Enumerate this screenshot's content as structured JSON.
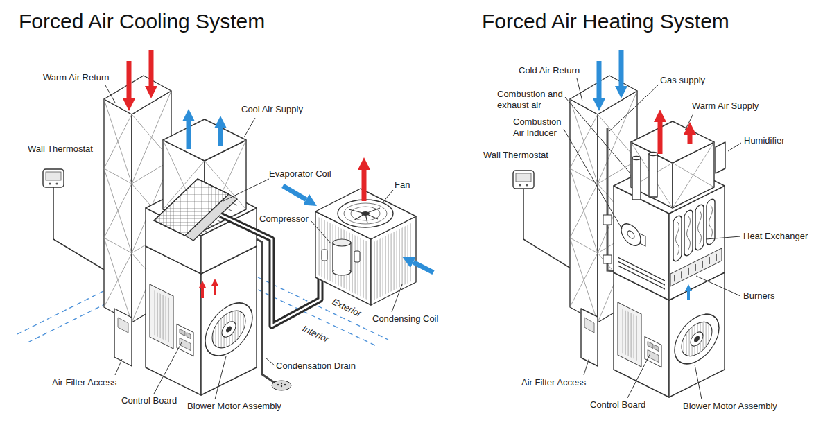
{
  "diagram": {
    "labels": [
      "Forced Air Cooling System",
      "Warm Air Return",
      "Cool Air Supply",
      "Wall Thermostat",
      "Evaporator Coil",
      "Fan",
      "Compressor",
      "Condensing Coil",
      "Exterior",
      "Interior",
      "Condensation Drain",
      "Air Filter Access",
      "Control Board",
      "Blower Motor Assembly",
      "Forced Air Heating System",
      "Cold Air Return",
      "Gas supply",
      "Combustion and exhaust air",
      "Combustion Air Inducer",
      "Warm Air Supply",
      "Humidifier",
      "Wall Thermostat",
      "Heat Exchanger",
      "Burners",
      "Air Filter Access",
      "Control Board",
      "Blower Motor Assembly"
    ]
  }
}
